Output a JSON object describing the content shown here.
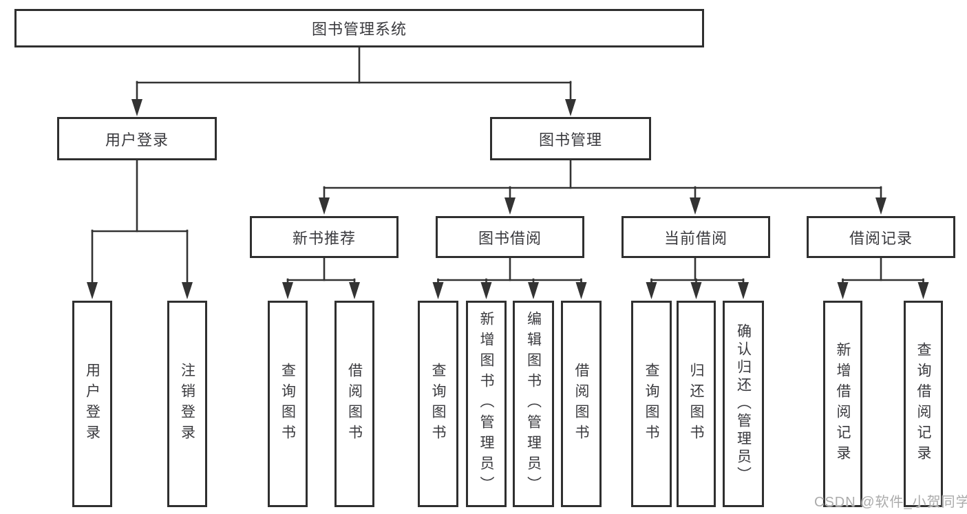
{
  "diagram": {
    "type": "tree",
    "colors": {
      "line": "#333333",
      "border": "#2f2f2f",
      "text": "#3a3a3e",
      "background": "#ffffff",
      "watermark": "#ababab"
    },
    "tree": {
      "label": "图书管理系统",
      "children": [
        {
          "label": "用户登录",
          "children": [
            {
              "label": "用户登录"
            },
            {
              "label": "注销登录"
            }
          ]
        },
        {
          "label": "图书管理",
          "children": [
            {
              "label": "新书推荐",
              "children": [
                {
                  "label": "查询图书"
                },
                {
                  "label": "借阅图书"
                }
              ]
            },
            {
              "label": "图书借阅",
              "children": [
                {
                  "label": "查询图书"
                },
                {
                  "label": "新增图书（管理员）"
                },
                {
                  "label": "编辑图书（管理员）"
                },
                {
                  "label": "借阅图书"
                }
              ]
            },
            {
              "label": "当前借阅",
              "children": [
                {
                  "label": "查询图书"
                },
                {
                  "label": "归还图书"
                },
                {
                  "label": "确认归还（管理员）"
                }
              ]
            },
            {
              "label": "借阅记录",
              "children": [
                {
                  "label": "新增借阅记录"
                },
                {
                  "label": "查询借阅记录"
                }
              ]
            }
          ]
        }
      ]
    },
    "watermark": {
      "text": "CSDN @软件_小贺同学"
    }
  }
}
